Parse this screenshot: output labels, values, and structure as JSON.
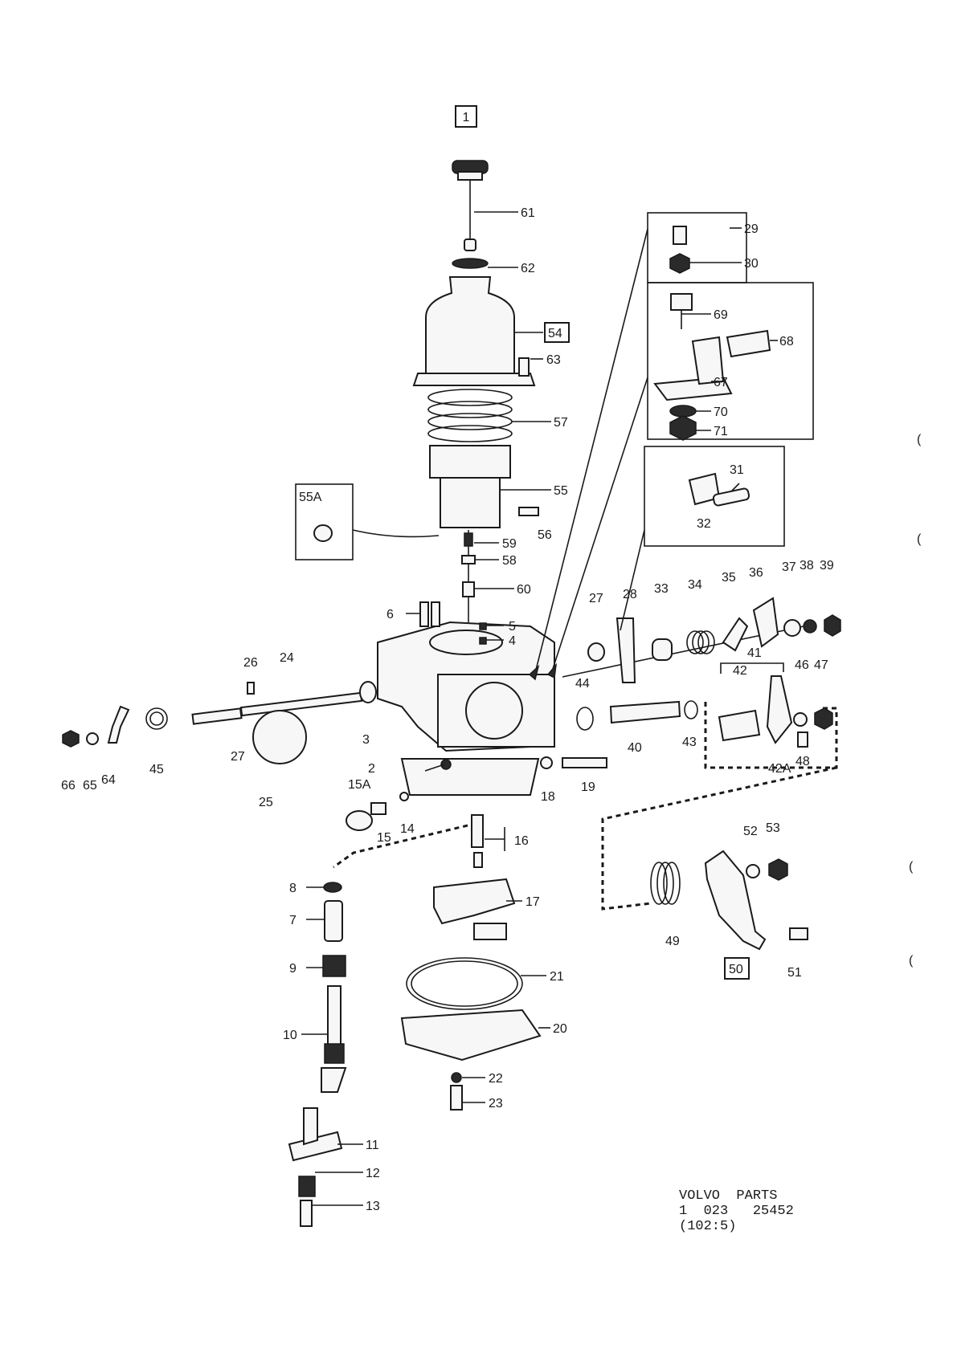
{
  "sheet_ref": "1",
  "callouts": [
    "2",
    "3",
    "4",
    "5",
    "6",
    "7",
    "8",
    "9",
    "10",
    "11",
    "12",
    "13",
    "14",
    "15",
    "15A",
    "16",
    "17",
    "18",
    "19",
    "20",
    "21",
    "22",
    "23",
    "24",
    "25",
    "26",
    "27",
    "28",
    "29",
    "30",
    "31",
    "32",
    "33",
    "34",
    "35",
    "36",
    "37",
    "38",
    "39",
    "40",
    "41",
    "42",
    "42A",
    "43",
    "44",
    "45",
    "46",
    "47",
    "48",
    "49",
    "50",
    "51",
    "52",
    "53",
    "54",
    "55",
    "55A",
    "56",
    "57",
    "58",
    "59",
    "60",
    "61",
    "62",
    "63",
    "64",
    "65",
    "66",
    "67",
    "68",
    "69",
    "70",
    "71"
  ],
  "boxed_callouts": [
    "1",
    "50",
    "54"
  ],
  "footer": {
    "brand": "VOLVO  PARTS",
    "number": "1  023   25452",
    "ref": "(102:5)"
  }
}
